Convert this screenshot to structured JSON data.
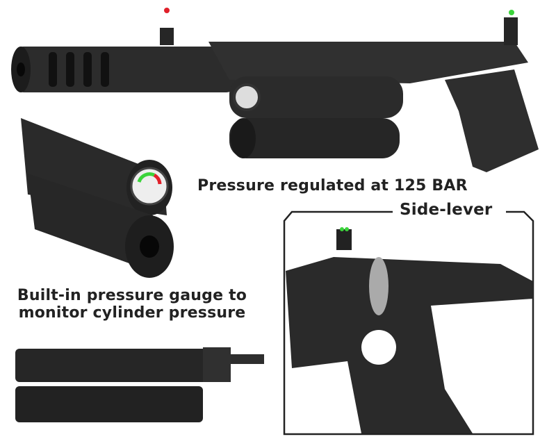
{
  "captions": {
    "pressure_regulated": "Pressure regulated at 125 BAR",
    "side_lever": "Side-lever",
    "gauge": "Built-in pressure gauge to monitor cylinder pressure"
  },
  "colors": {
    "gun_body": "#2a2a2a",
    "frame": "#222222",
    "sight_green": "#3bd43b",
    "sight_red": "#e0202a"
  }
}
